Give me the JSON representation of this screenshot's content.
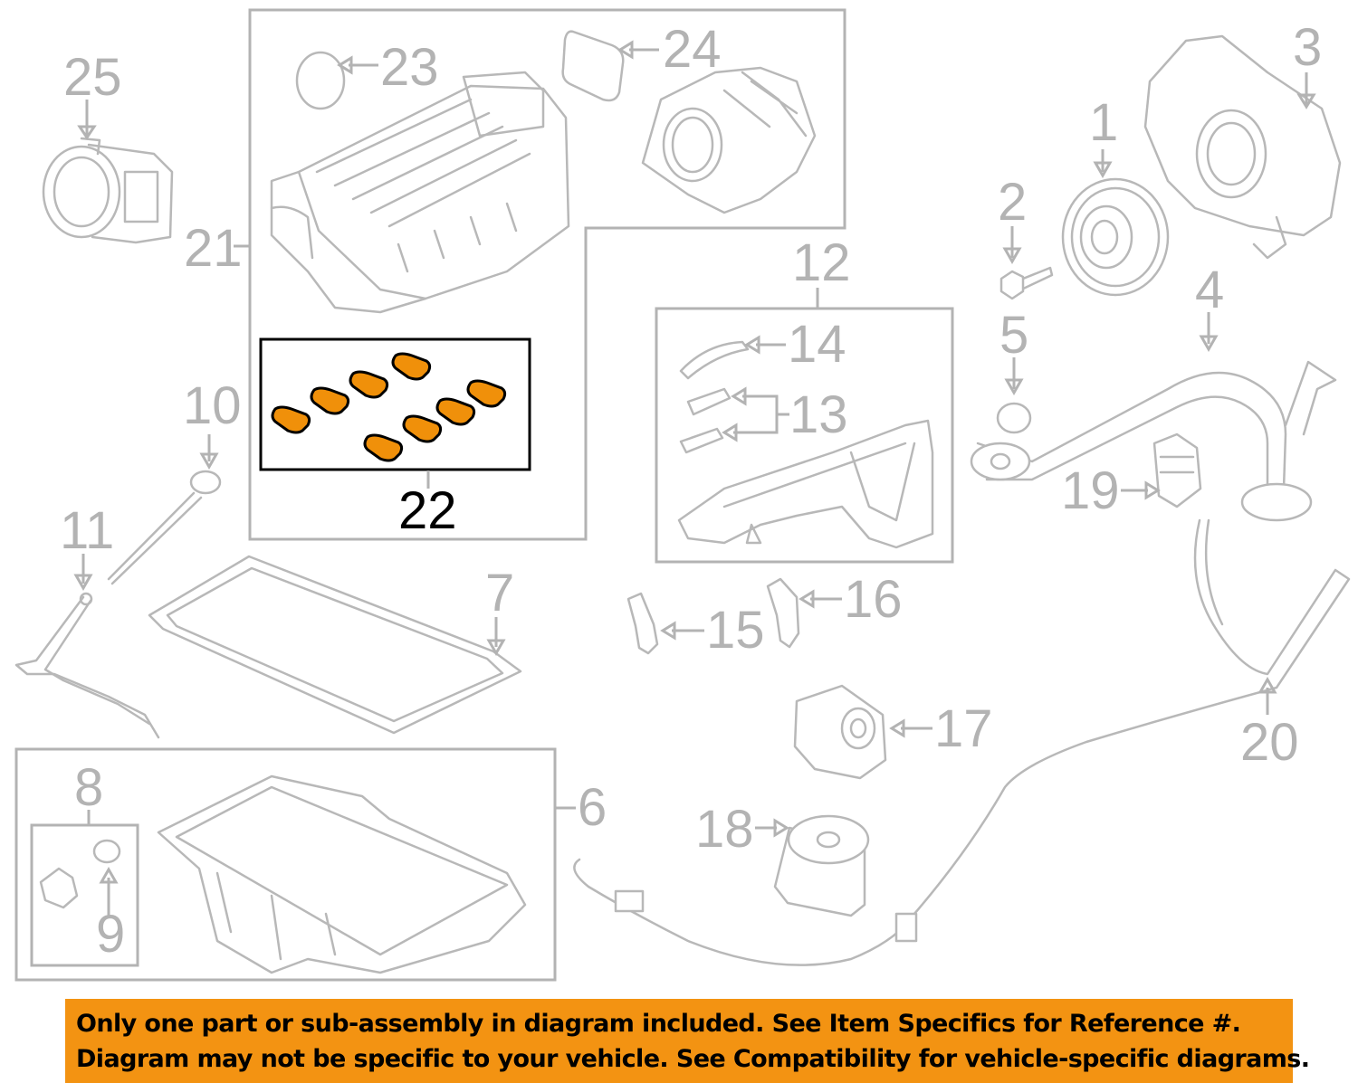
{
  "callouts": {
    "c1": "1",
    "c2": "2",
    "c3": "3",
    "c4": "4",
    "c5": "5",
    "c6": "6",
    "c7": "7",
    "c8": "8",
    "c9": "9",
    "c10": "10",
    "c11": "11",
    "c12": "12",
    "c13": "13",
    "c14": "14",
    "c15": "15",
    "c16": "16",
    "c17": "17",
    "c18": "18",
    "c19": "19",
    "c20": "20",
    "c21": "21",
    "c22": "22",
    "c23": "23",
    "c24": "24",
    "c25": "25"
  },
  "highlight": {
    "part": "22",
    "color": "#f0900a"
  },
  "notice": {
    "line1": "Only one part or sub-assembly in diagram included. See Item Specifics for Reference #.",
    "line2": "Diagram may not be specific to your vehicle. See Compatibility for vehicle-specific diagrams.",
    "background": "#f39312"
  }
}
